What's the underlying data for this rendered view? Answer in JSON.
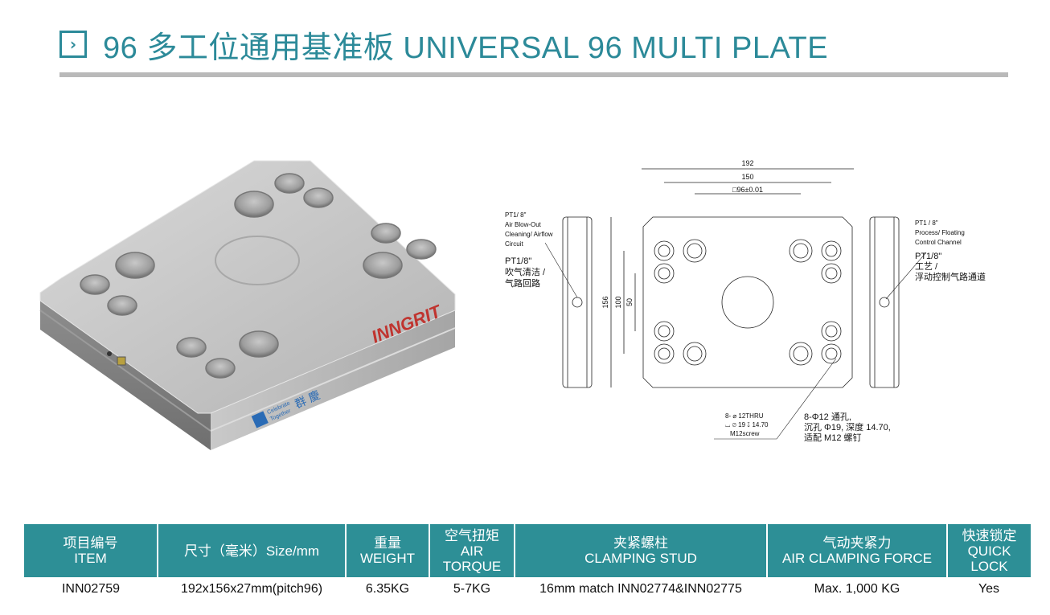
{
  "header": {
    "icon": "chevron-right-box-icon",
    "title": "96 多工位通用基准板  UNIVERSAL 96 MULTI PLATE"
  },
  "photo": {
    "brand_logo": "INNGRIT",
    "badge_line1": "Celebrate",
    "badge_line2": "Together",
    "badge_cn": "群 慶"
  },
  "drawing": {
    "dim_192": "192",
    "dim_150": "150",
    "dim_96": "□96±0.01",
    "dim_156": "156",
    "dim_100": "100",
    "dim_50": "50",
    "left_note_1": "PT1/ 8\"",
    "left_note_2": "Air Blow-Out",
    "left_note_3": "Cleaning/ Airflow",
    "left_note_4": "Circuit",
    "left_note_cn_1": "PT1/8\"",
    "left_note_cn_2": "吹气清洁 /",
    "left_note_cn_3": "气路回路",
    "right_note_1": "PT1 / 8\"",
    "right_note_2": "Process/ Floating",
    "right_note_3": "Control Channel",
    "right_note_cn_1": "PT1/8\"",
    "right_note_cn_2": "工艺 /",
    "right_note_cn_3": "浮动控制气路通道",
    "hole_en_1": "8- ⌀ 12THRU",
    "hole_en_2": "⌴ ⌀ 19 ↧ 14.70",
    "hole_en_3": "M12screw",
    "hole_cn_1": "8-Φ12 通孔,",
    "hole_cn_2": "沉孔 Φ19, 深度 14.70,",
    "hole_cn_3": "适配 M12 螺钉"
  },
  "table": {
    "headers": [
      {
        "cn": "项目编号",
        "en": "ITEM"
      },
      {
        "cn": "",
        "en": "尺寸（毫米）Size/mm"
      },
      {
        "cn": "重量",
        "en": "WEIGHT"
      },
      {
        "cn": "空气扭矩",
        "en": "AIR",
        "en2": "TORQUE"
      },
      {
        "cn": "夹紧螺柱",
        "en": "CLAMPING STUD"
      },
      {
        "cn": "气动夹紧力",
        "en": "AIR CLAMPING FORCE"
      },
      {
        "cn": "快速锁定",
        "en": "QUICK LOCK"
      }
    ],
    "rows": [
      [
        "INN02759",
        "192x156x27mm(pitch96)",
        "6.35KG",
        "5-7KG",
        "16mm match INN02774&INN02775",
        "Max. 1,000 KG",
        "Yes"
      ]
    ]
  }
}
